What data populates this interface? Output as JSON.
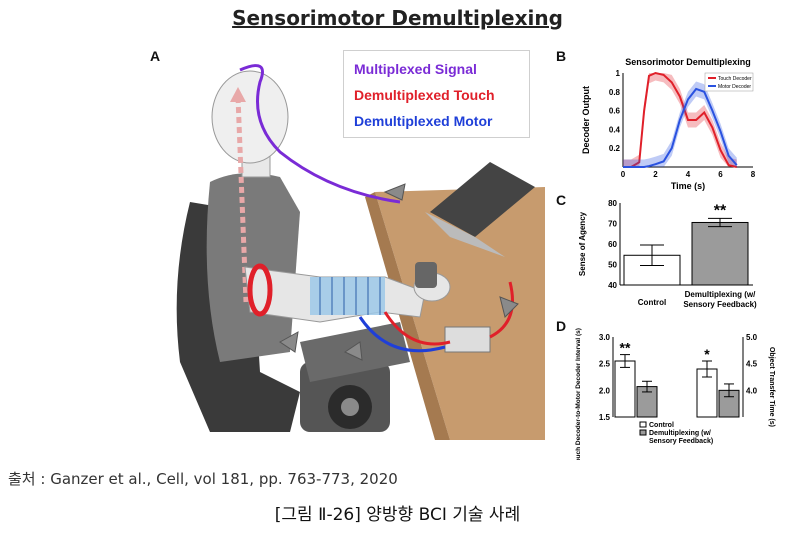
{
  "title": "Sensorimotor Demultiplexing",
  "panels": {
    "a": "A",
    "b": "B",
    "c": "C",
    "d": "D"
  },
  "legend": {
    "multiplexed": {
      "label": "Multiplexed Signal",
      "color": "#7a2bd6"
    },
    "touch": {
      "label": "Demultiplexed Touch",
      "color": "#e0202a"
    },
    "motor": {
      "label": "Demultiplexed Motor",
      "color": "#1f3fd8"
    }
  },
  "chart_data": [
    {
      "type": "line",
      "title": "Sensorimotor Demultiplexing",
      "xlabel": "Time (s)",
      "ylabel": "Decoder Output",
      "xlim": [
        0,
        8
      ],
      "ylim": [
        0,
        1
      ],
      "xticks": [
        "0",
        "2",
        "4",
        "6",
        "8"
      ],
      "yticks": [
        "0.2",
        "0.4",
        "0.6",
        "0.8",
        "1"
      ],
      "legend_position": "top-right",
      "x": [
        0,
        0.5,
        1.0,
        1.3,
        1.6,
        2.0,
        2.5,
        3.0,
        3.5,
        4.0,
        4.5,
        5.0,
        5.5,
        6.0,
        6.5,
        7.0
      ],
      "series": [
        {
          "name": "Touch Decoder",
          "color": "#e0202a",
          "values": [
            0,
            0,
            0.05,
            0.6,
            0.97,
            1.0,
            0.98,
            0.9,
            0.75,
            0.5,
            0.5,
            0.58,
            0.42,
            0.18,
            0.02,
            0
          ]
        },
        {
          "name": "Motor Decoder",
          "color": "#2a52e0",
          "values": [
            0,
            0,
            0,
            0,
            0.01,
            0.03,
            0.06,
            0.2,
            0.5,
            0.72,
            0.83,
            0.8,
            0.6,
            0.38,
            0.12,
            0.02
          ]
        }
      ]
    },
    {
      "type": "bar",
      "ylabel": "Sense of Agency",
      "ylim": [
        40,
        80
      ],
      "yticks": [
        "40",
        "50",
        "60",
        "70",
        "80"
      ],
      "categories": [
        "Control",
        "Demultiplexing (w/ Sensory Feedback)"
      ],
      "values": [
        54.5,
        70.5
      ],
      "errors": [
        5,
        2
      ],
      "colors": [
        "#ffffff",
        "#9b9b9b"
      ],
      "significance": "**"
    },
    {
      "type": "bar",
      "ylabel": "Touch Decoder-to-Motor Decoder Interval (s)",
      "y2label": "Object Transfer Time (s)",
      "ylim": [
        1.5,
        3.0
      ],
      "yticks": [
        "1.5",
        "2.0",
        "2.5",
        "3.0"
      ],
      "y2lim": [
        3.5,
        5.0
      ],
      "y2ticks": [
        "4.0",
        "4.5",
        "5.0"
      ],
      "legend": [
        "Control",
        "Demultiplexing (w/ Sensory Feedback)"
      ],
      "series": [
        {
          "name": "Control",
          "color": "#ffffff",
          "values": [
            2.55,
            4.4
          ],
          "errors": [
            0.12,
            0.15
          ],
          "significance": [
            "**",
            "*"
          ]
        },
        {
          "name": "Demultiplexing (w/ Sensory Feedback)",
          "color": "#9b9b9b",
          "values": [
            2.07,
            4.0
          ],
          "errors": [
            0.1,
            0.12
          ]
        }
      ]
    }
  ],
  "source": "출처 : Ganzer et al., Cell, vol 181, pp. 763-773, 2020",
  "caption": "[그림 Ⅱ-26] 양방향 BCI 기술 사례"
}
